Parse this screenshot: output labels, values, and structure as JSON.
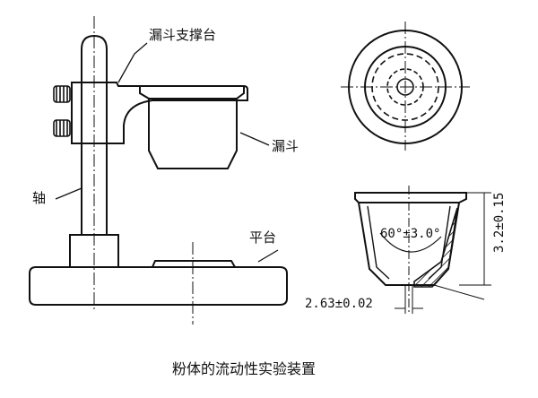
{
  "labels": {
    "funnel_support": "漏斗支撑台",
    "funnel": "漏斗",
    "shaft": "轴",
    "platform": "平台"
  },
  "dimensions": {
    "angle": "60°±3.0°",
    "height": "3.2±0.15",
    "orifice": "2.63±0.02"
  },
  "caption": "粉体的流动性实验装置"
}
